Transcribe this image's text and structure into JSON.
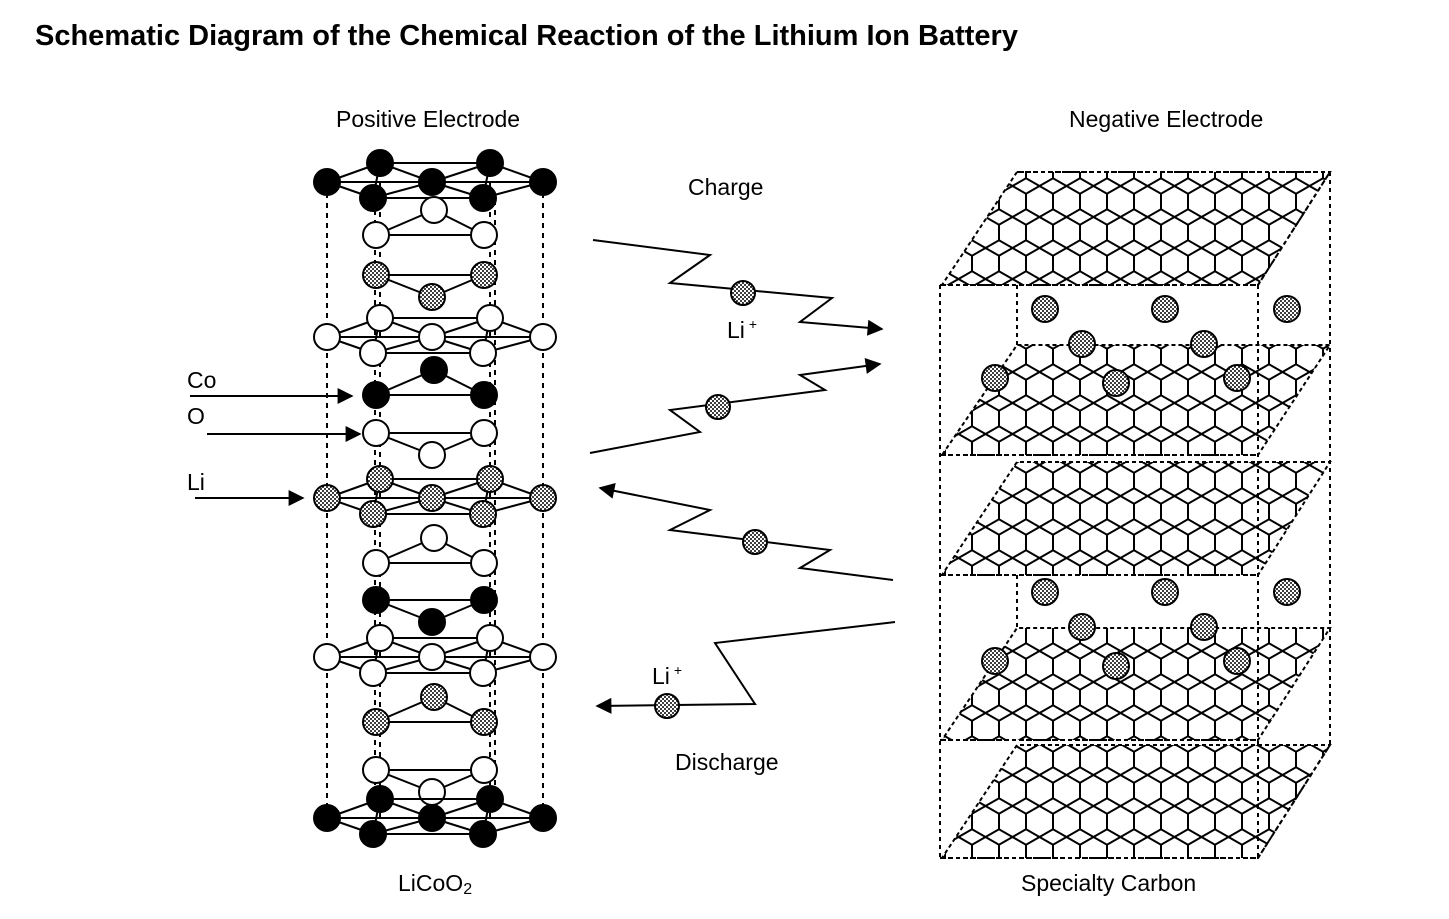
{
  "title": "Schematic Diagram of the Chemical Reaction of the Lithium Ion Battery",
  "labels": {
    "positive_electrode": "Positive Electrode",
    "negative_electrode": "Negative Electrode",
    "charge": "Charge",
    "discharge": "Discharge",
    "li_ion_charge": "Li",
    "li_ion_charge_sup": "+",
    "li_ion_discharge": "Li",
    "li_ion_discharge_sup": "+",
    "co": "Co",
    "o": "O",
    "li": "Li",
    "licoo2_main": "LiCoO",
    "licoo2_sub": "2",
    "specialty_carbon": "Specialty Carbon"
  },
  "colors": {
    "ink": "#000000",
    "background": "#ffffff",
    "li_atom": "#8a8a8a"
  },
  "atoms": {
    "co": "black-circle",
    "o": "white-circle",
    "li": "dotted-grey-circle"
  }
}
